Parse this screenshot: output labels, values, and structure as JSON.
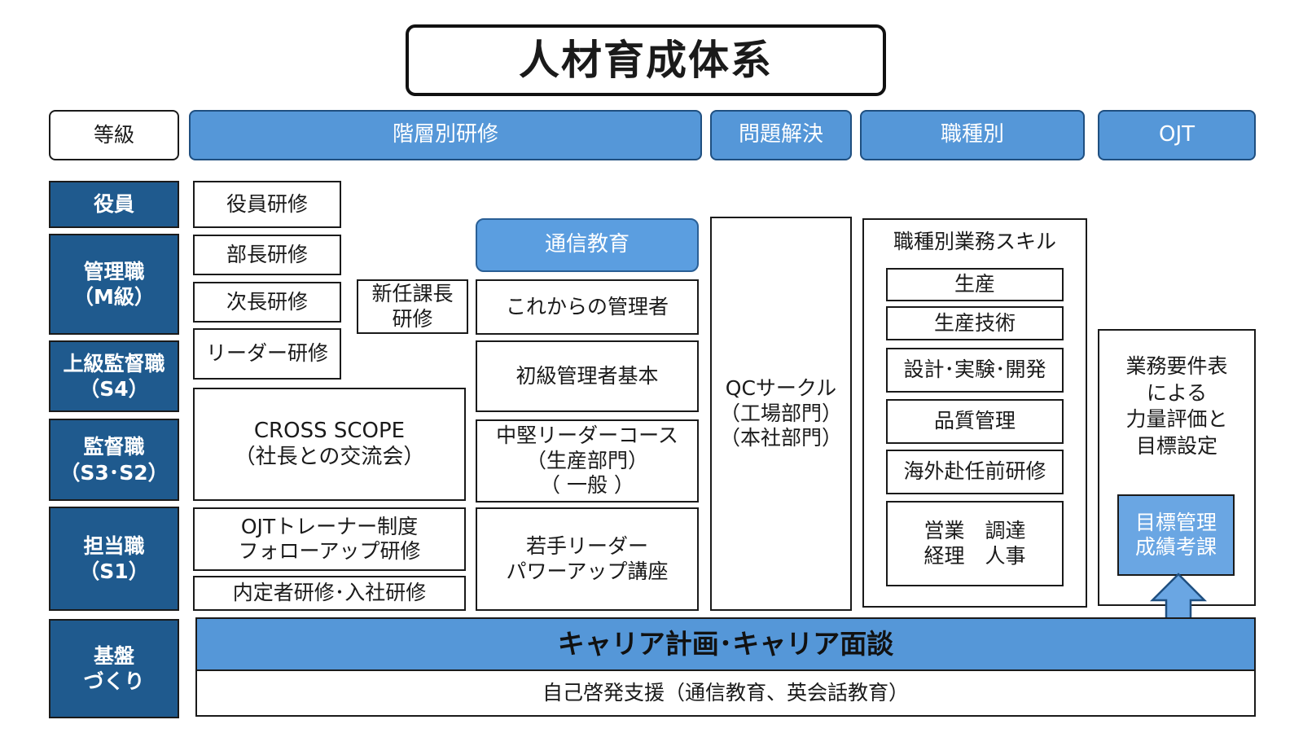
{
  "title": "人材育成体系",
  "headers": {
    "grade": "等級",
    "tiered": "階層別研修",
    "problem_solving": "問題解決",
    "by_job": "職種別",
    "ojt": "OJT"
  },
  "grades": {
    "executive": "役員",
    "manager": "管理職\n（M級）",
    "senior_supervisor": "上級監督職\n（S4）",
    "supervisor": "監督職\n（S3･S2）",
    "staff": "担当職\n（S1）",
    "foundation": "基盤\nづくり"
  },
  "tiered": {
    "executive_training": "役員研修",
    "gm_training": "部長研修",
    "deputy_training": "次長研修",
    "leader_training": "リーダー研修",
    "new_section_chief": "新任課長\n研修",
    "cross_scope": "CROSS SCOPE\n（社長との交流会）",
    "ojt_trainer": "OJTトレーナー制度\nフォローアップ研修",
    "newcomer": "内定者研修･入社研修"
  },
  "correspondence": {
    "header": "通信教育",
    "future_managers": "これからの管理者",
    "junior_managers": "初級管理者基本",
    "mid_leader": "中堅リーダーコース\n（生産部門）\n（ 一般 ）",
    "young_leader": "若手リーダー\nパワーアップ講座"
  },
  "problem_solving": {
    "qc_circle": "QCサークル\n（工場部門）\n（本社部門）"
  },
  "job_skills": {
    "title": "職種別業務スキル",
    "items": [
      "生産",
      "生産技術",
      "設計･実験･開発",
      "品質管理",
      "海外赴任前研修",
      "営業　調達\n経理　人事"
    ]
  },
  "ojt": {
    "evaluation": "業務要件表\nによる\n力量評価と\n目標設定",
    "mbo": "目標管理\n成績考課"
  },
  "foundation": {
    "career": "キャリア計画･キャリア面談",
    "self_dev": "自己啓発支援（通信教育、英会話教育）"
  },
  "colors": {
    "navy": "#1f5a8e",
    "header_blue": "#5597d8",
    "light_blue": "#6aa6e3"
  }
}
